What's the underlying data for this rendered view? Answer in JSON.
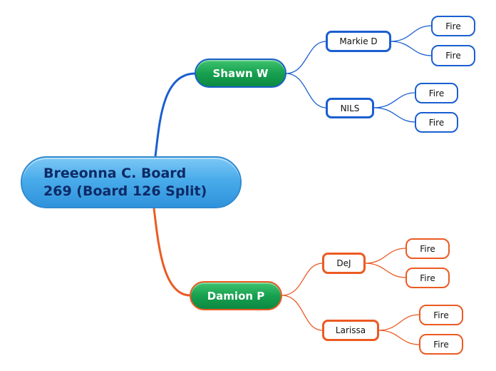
{
  "colors": {
    "blue_branch": "#1a5fd0",
    "orange_branch": "#ec5a22",
    "root_fill": "#49abea",
    "main_fill": "#17a050"
  },
  "root": {
    "label": "Breeonna C. Board\n269 (Board 126 Split)"
  },
  "branches": [
    {
      "label": "Shawn W",
      "children": [
        {
          "label": "Markie D",
          "children": [
            "Fire",
            "Fire"
          ]
        },
        {
          "label": "NILS",
          "children": [
            "Fire",
            "Fire"
          ]
        }
      ]
    },
    {
      "label": "Damion P",
      "children": [
        {
          "label": "DeJ",
          "children": [
            "Fire",
            "Fire"
          ]
        },
        {
          "label": "Larissa",
          "children": [
            "Fire",
            "Fire"
          ]
        }
      ]
    }
  ]
}
